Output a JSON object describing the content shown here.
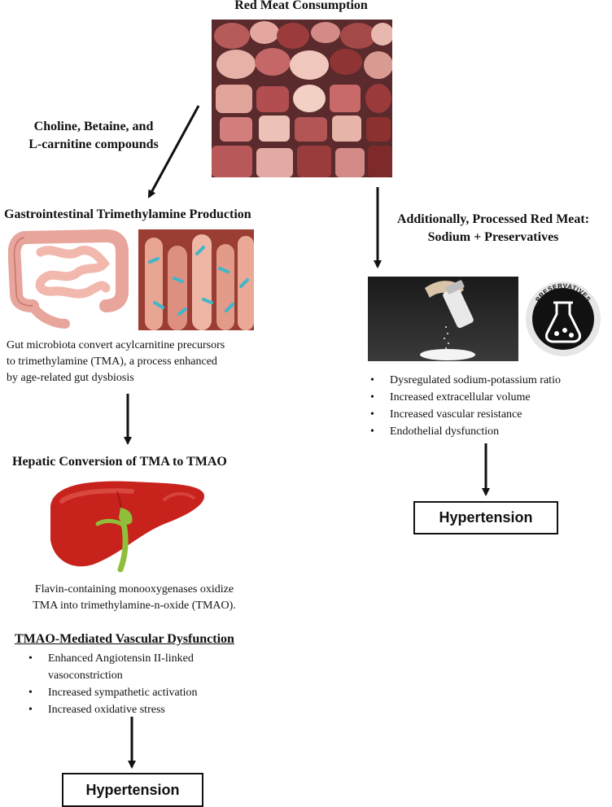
{
  "title": "Red Meat Consumption",
  "left_branch": {
    "compounds_label": [
      "Choline, Betaine, and",
      "L-carnitine compounds"
    ],
    "gi_title": "Gastrointestinal Trimethylamine Production",
    "gi_text": [
      "Gut microbiota convert acylcarnitine precursors",
      "to trimethylamine (TMA), a process enhanced",
      "by age-related gut dysbiosis"
    ],
    "hepatic_title": "Hepatic Conversion of TMA to TMAO",
    "hepatic_text": [
      "Flavin-containing monooxygenases oxidize",
      "TMA into trimethylamine-n-oxide (TMAO)."
    ],
    "tmao_title": "TMAO-Mediated Vascular Dysfunction",
    "tmao_bullets": [
      "Enhanced Angiotensin II-linked vasoconstriction",
      "Increased sympathetic activation",
      "Increased oxidative stress"
    ],
    "outcome": "Hypertension"
  },
  "right_branch": {
    "label": [
      "Additionally, Processed Red Meat:",
      "Sodium + Preservatives"
    ],
    "preservatives_badge": "PRESERVATIVES",
    "bullets": [
      "Dysregulated sodium-potassium ratio",
      "Increased extracellular volume",
      "Increased vascular resistance",
      "Endothelial dysfunction"
    ],
    "outcome": "Hypertension"
  },
  "icons": [
    "red-meat-photo",
    "intestine-icon",
    "villi-microbiota-image",
    "liver-icon",
    "salt-shaker-photo",
    "flask-icon"
  ],
  "colors": {
    "meat": "#c96a6a",
    "intestine": "#f0b0a8",
    "villi": "#d98a7c",
    "bacteria": "#3fb6c9",
    "liver": "#c8221d",
    "gallbladder": "#8fbf3a"
  }
}
